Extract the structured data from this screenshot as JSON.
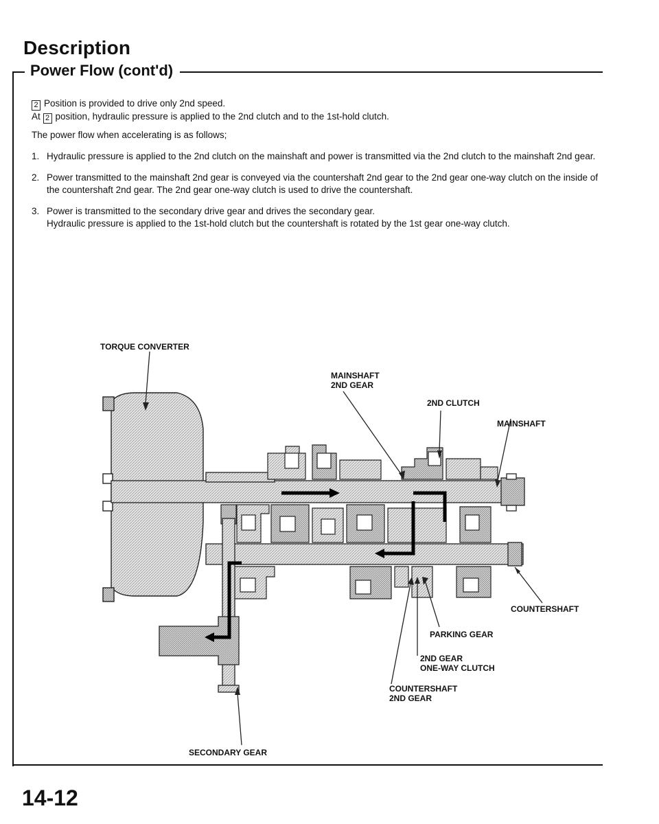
{
  "page": {
    "title": "Description",
    "section": "Power Flow (cont'd)",
    "page_number": "14-12"
  },
  "intro": {
    "line1_key": "2",
    "line1_text": "Position is provided to drive only 2nd speed.",
    "line2_prefix": "At",
    "line2_key": "2",
    "line2_text": "position, hydraulic pressure is applied to the 2nd clutch and to the 1st-hold clutch.",
    "line3": "The power flow when accelerating is as follows;"
  },
  "steps": [
    {
      "num": "1.",
      "text": "Hydraulic pressure is applied to the 2nd clutch on the mainshaft and power is transmitted via the 2nd clutch to the mainshaft 2nd gear."
    },
    {
      "num": "2.",
      "text": "Power transmitted to the mainshaft 2nd gear is conveyed via the countershaft 2nd gear to the 2nd gear one-way clutch on the inside of the countershaft 2nd gear. The 2nd gear one-way clutch is used to drive the countershaft."
    },
    {
      "num": "3.",
      "text_line1": "Power is transmitted to the secondary drive gear and drives the secondary gear.",
      "text_line2": "Hydraulic pressure is applied to the 1st-hold clutch but the countershaft is rotated by the 1st gear one-way clutch."
    }
  ],
  "diagram": {
    "labels": {
      "torque_converter": "TORQUE CONVERTER",
      "mainshaft_2nd_gear_1": "MAINSHAFT",
      "mainshaft_2nd_gear_2": "2ND GEAR",
      "second_clutch": "2ND CLUTCH",
      "mainshaft": "MAINSHAFT",
      "countershaft": "COUNTERSHAFT",
      "parking_gear": "PARKING GEAR",
      "one_way_clutch_1": "2ND GEAR",
      "one_way_clutch_2": "ONE-WAY CLUTCH",
      "countershaft_2nd_gear_1": "COUNTERSHAFT",
      "countershaft_2nd_gear_2": "2ND GEAR",
      "secondary_gear": "SECONDARY GEAR"
    }
  }
}
